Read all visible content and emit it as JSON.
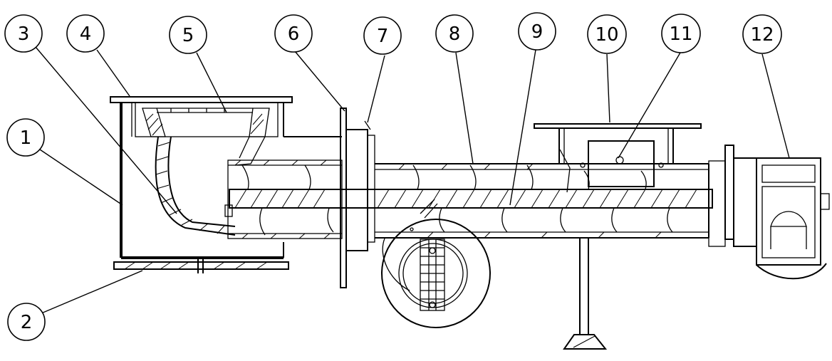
{
  "callouts": [
    {
      "id": "1",
      "label": "1"
    },
    {
      "id": "2",
      "label": "2"
    },
    {
      "id": "3",
      "label": "3"
    },
    {
      "id": "4",
      "label": "4"
    },
    {
      "id": "5",
      "label": "5"
    },
    {
      "id": "6",
      "label": "6"
    },
    {
      "id": "7",
      "label": "7"
    },
    {
      "id": "8",
      "label": "8"
    },
    {
      "id": "9",
      "label": "9"
    },
    {
      "id": "10",
      "label": "10"
    },
    {
      "id": "11",
      "label": "11"
    },
    {
      "id": "12",
      "label": "12"
    }
  ],
  "colors": {
    "stroke": "#000000",
    "background": "#ffffff"
  }
}
